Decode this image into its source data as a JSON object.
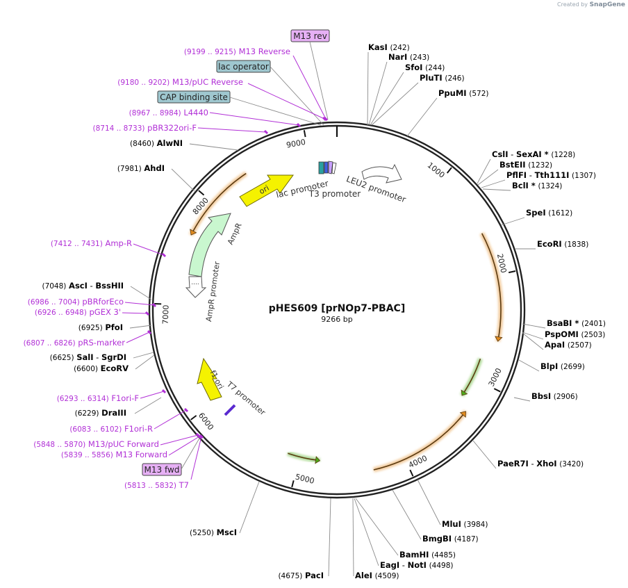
{
  "credit": {
    "prefix": "Created by",
    "brand": "SnapGene"
  },
  "plasmid": {
    "name": "pHES609  [prNOp7-PBAC]",
    "length": "9266 bp",
    "total_bp": 9266
  },
  "colors": {
    "enzyme": "#000000",
    "primer": "#b12fd6",
    "primer_box_fill": "#e6b0f5",
    "ori": "#f5f200",
    "ampr": "#c9f7cf",
    "orange": "#e08a1e",
    "green": "#4caa1a"
  },
  "ticks": [
    {
      "label": "1000"
    },
    {
      "label": "2000"
    },
    {
      "label": "3000"
    },
    {
      "label": "4000"
    },
    {
      "label": "5000"
    },
    {
      "label": "6000"
    },
    {
      "label": "7000"
    },
    {
      "label": "8000"
    },
    {
      "label": "9000"
    }
  ],
  "enzymes": [
    {
      "name": "KasI",
      "pos": "(242)"
    },
    {
      "name": "NarI",
      "pos": "(243)"
    },
    {
      "name": "SfoI",
      "pos": "(244)"
    },
    {
      "name": "PluTI",
      "pos": "(246)"
    },
    {
      "name": "PpuMI",
      "pos": "(572)"
    },
    {
      "name": "CslI",
      "sep": " - ",
      "name2": "SexAI *",
      "pos": "(1228)"
    },
    {
      "name": "BstEII",
      "pos": "(1232)"
    },
    {
      "name": "PflFI",
      "sep": " - ",
      "name2": "Tth111I",
      "pos": "(1307)"
    },
    {
      "name": "BclI *",
      "pos": "(1324)"
    },
    {
      "name": "SpeI",
      "pos": "(1612)"
    },
    {
      "name": "EcoRI",
      "pos": "(1838)"
    },
    {
      "name": "BsaBI *",
      "pos": "(2401)"
    },
    {
      "name": "PspOMI",
      "pos": "(2503)"
    },
    {
      "name": "ApaI",
      "pos": "(2507)"
    },
    {
      "name": "BlpI",
      "pos": "(2699)"
    },
    {
      "name": "BbsI",
      "pos": "(2906)"
    },
    {
      "name": "PaeR7I",
      "sep": " - ",
      "name2": "XhoI",
      "pos": "(3420)"
    },
    {
      "name": "MluI",
      "pos": "(3984)"
    },
    {
      "name": "BmgBI",
      "pos": "(4187)"
    },
    {
      "name": "BamHI",
      "pos": "(4485)"
    },
    {
      "name": "EagI",
      "sep": " - ",
      "name2": "NotI",
      "pos": "(4498)"
    },
    {
      "name": "AleI",
      "pos": "(4509)"
    },
    {
      "name": "PacI",
      "pos": "(4675)"
    },
    {
      "name": "MscI",
      "pos": "(5250)"
    },
    {
      "name": "DraIII",
      "pos": "(6229)"
    },
    {
      "name": "PfoI",
      "pos": "(6925)"
    },
    {
      "name": "SalI",
      "sep": " - ",
      "name2": "SgrDI",
      "pos": "(6625)"
    },
    {
      "name": "EcoRV",
      "pos": "(6600)"
    },
    {
      "name": "AscI",
      "sep": " - ",
      "name2": "BssHII",
      "pos": "(7048)"
    },
    {
      "name": "AhdI",
      "pos": "(7981)"
    },
    {
      "name": "AlwNI",
      "pos": "(8460)"
    }
  ],
  "primers": [
    {
      "range": "(9199 .. 9215)",
      "name": "M13 Reverse"
    },
    {
      "range": "(9180 .. 9202)",
      "name": "M13/pUC Reverse"
    },
    {
      "range": "(8967 .. 8984)",
      "name": "L4440"
    },
    {
      "range": "(8714 .. 8733)",
      "name": "pBR322ori-F"
    },
    {
      "range": "(7412 .. 7431)",
      "name": "Amp-R"
    },
    {
      "range": "(6986 .. 7004)",
      "name": "pBRforEco"
    },
    {
      "range": "(6926 .. 6948)",
      "name": "pGEX 3'"
    },
    {
      "range": "(6807 .. 6826)",
      "name": "pRS-marker"
    },
    {
      "range": "(6293 .. 6314)",
      "name": "F1ori-F"
    },
    {
      "range": "(6083 .. 6102)",
      "name": "F1ori-R"
    },
    {
      "range": "(5848 .. 5870)",
      "name": "M13/pUC Forward"
    },
    {
      "range": "(5839 .. 5856)",
      "name": "M13 Forward"
    },
    {
      "range": "(5813 .. 5832)",
      "name": "T7"
    }
  ],
  "boxes": {
    "m13_rev": "M13 rev",
    "lac_operator": "lac operator",
    "cap_site": "CAP binding site",
    "m13_fwd": "M13 fwd"
  },
  "features": {
    "ori": "ori",
    "ampr": "AmpR",
    "ampr_promoter": "AmpR promoter",
    "f1_ori": "f1 ori",
    "t7_promoter": "T7 promoter",
    "lac_promoter": "lac promoter",
    "t3_promoter": "T3 promoter",
    "leu2_promoter": "LEU2 promoter"
  }
}
